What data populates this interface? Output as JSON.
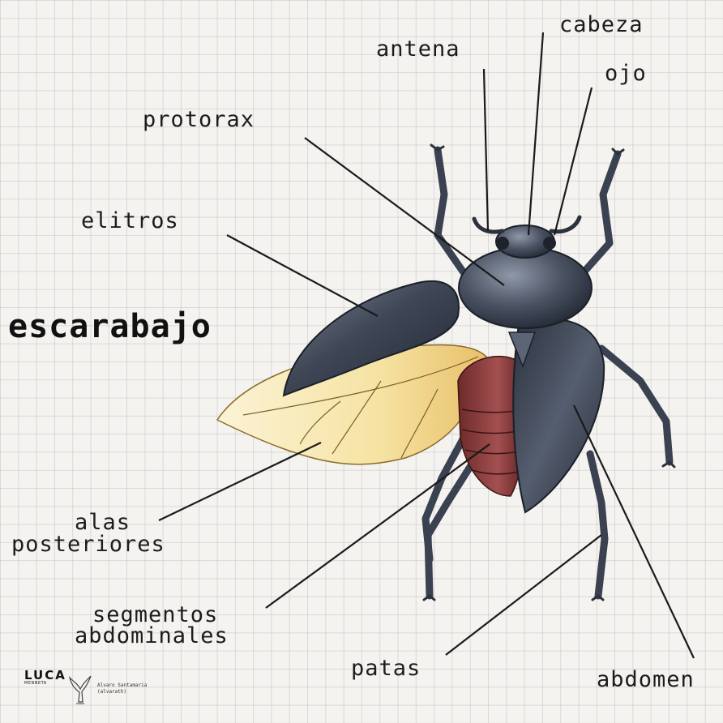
{
  "title": "escarabajo",
  "labels": {
    "cabeza": "cabeza",
    "antena": "antena",
    "ojo": "ojo",
    "protorax": "protorax",
    "elitros": "elitros",
    "alas_line1": "alas",
    "alas_line2": "posteriores",
    "segmentos_line1": "segmentos",
    "segmentos_line2": "abdominales",
    "patas": "patas",
    "abdomen": "abdomen"
  },
  "logo": {
    "mark": "LUCA",
    "sub": "MENNETA"
  },
  "credit": {
    "name": "Alvaro Santamaria",
    "handle": "(alvarath)"
  },
  "colors": {
    "shell": "#3f4756",
    "shell_highlight": "#8f98a8",
    "wing": "#f3e2a6",
    "abdomen": "#8a3a3a",
    "leader_line": "#1a1a1a"
  }
}
